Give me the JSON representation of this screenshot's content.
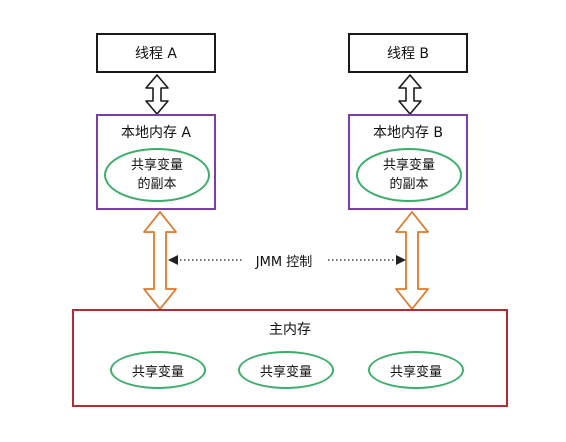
{
  "thread_a": {
    "label": "线程 A"
  },
  "thread_b": {
    "label": "线程 B"
  },
  "local_a": {
    "title": "本地内存 A",
    "copy_line1": "共享变量",
    "copy_line2": "的副本"
  },
  "local_b": {
    "title": "本地内存 B",
    "copy_line1": "共享变量",
    "copy_line2": "的副本"
  },
  "jmm": {
    "label": "JMM 控制"
  },
  "main_memory": {
    "title": "主内存",
    "shared_vars": [
      "共享变量",
      "共享变量",
      "共享变量"
    ]
  },
  "colors": {
    "thread_border": "#1a1a1a",
    "local_border": "#7a3fa6",
    "ellipse_border": "#3cae6a",
    "main_border": "#b02d33",
    "orange_arrow": "#e07a2a"
  }
}
